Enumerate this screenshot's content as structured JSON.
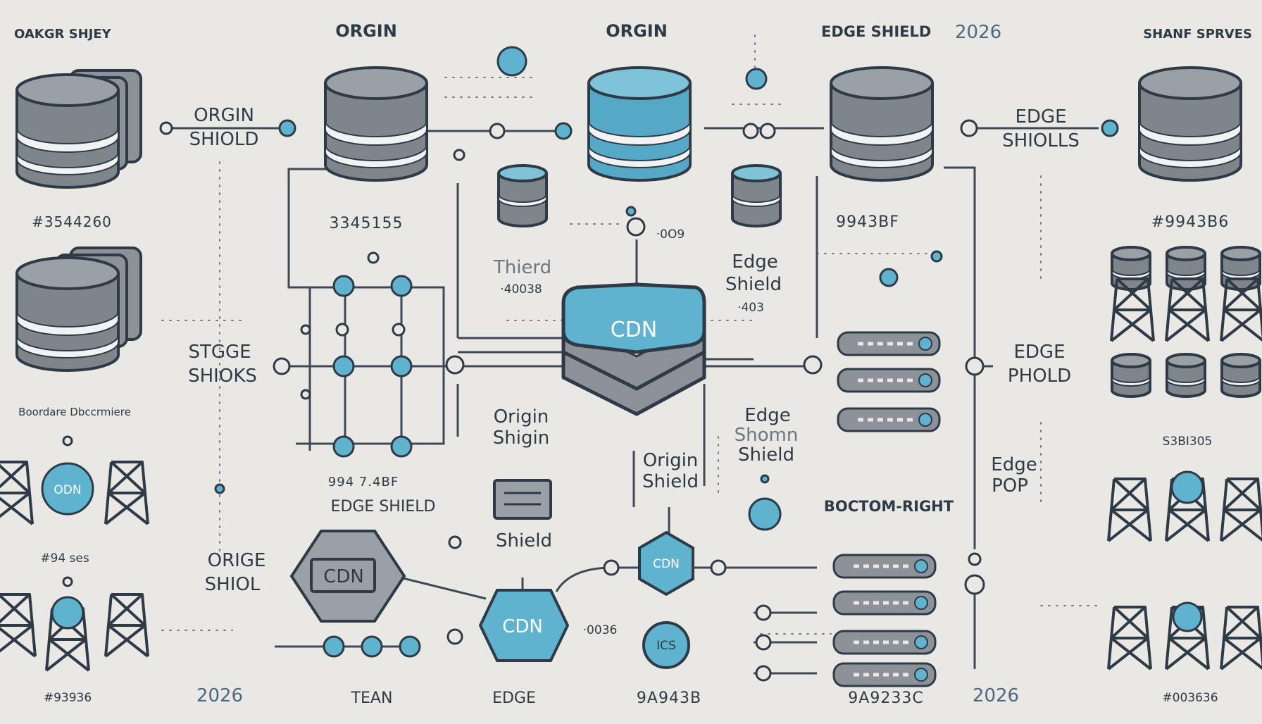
{
  "headers": {
    "top_left": "OAKGR SHJEY",
    "origin_1": "ORGIN",
    "origin_2": "ORGIN",
    "edge_shield": "EDGE SHIELD",
    "year": "2026",
    "top_right": "SHANF SPRVES"
  },
  "labels": {
    "origin_shield_1": "ORGIN",
    "origin_shield_2": "SHIOLD",
    "edge_shiolls_1": "EDGE",
    "edge_shiolls_2": "SHIOLLS",
    "stage_1": "STGGE",
    "stage_2": "SHIOKS",
    "edge_phold_1": "EDGE",
    "edge_phold_2": "PHOLD",
    "shield_mid_1": "Thierd",
    "edge_shield_mid_1": "Edge",
    "edge_shield_mid_2": "Shield",
    "origin_shign_1": "Origin",
    "origin_shign_2": "Shigin",
    "origin_shield_c_1": "Origin",
    "origin_shield_c_2": "Shield",
    "edge_shomn_1": "Edge",
    "edge_shomn_2": "Shomn",
    "edge_shomn_3": "Shield",
    "edge_pop_1": "Edge",
    "edge_pop_2": "POP",
    "edge_shield_low": "EDGE SHIELD",
    "shield_low": "Shield",
    "bottom_right": "BOCTOM-RIGHT",
    "origie_1": "ORIGE",
    "origie_2": "SHIOL",
    "boundary": "Boordare Dbccrmiere"
  },
  "codes": {
    "c1": "#3544260",
    "c2": "3345155",
    "c3": "9943BF",
    "c4": "#9943B6",
    "c5": "·40038",
    "c6": "·403",
    "c7": "·0O9",
    "c8": "994 7.4BF",
    "c9": "#94 ses",
    "c10": "S3BI305",
    "c11": "·0036",
    "c12": "#93936",
    "c13": "#003636"
  },
  "cdn": {
    "main": "CDN",
    "tower": "ODN",
    "hex1": "CDN",
    "hex2": "CDN",
    "hex3": "CDN",
    "circle": "ICS"
  },
  "footer": {
    "year_left": "2026",
    "team": "TEAN",
    "edge": "EDGE",
    "code_mid": "9A943B",
    "code_right": "9A9233C",
    "year_right": "2026"
  },
  "colors": {
    "background": "#e9e8e4",
    "accent": "#5fb3cf",
    "ink": "#2e3b47",
    "gray": "#7f868b"
  }
}
